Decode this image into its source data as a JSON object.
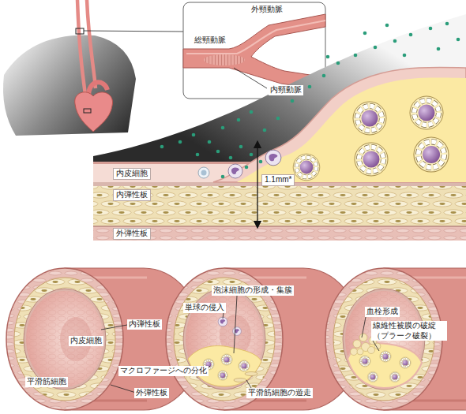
{
  "diagram": {
    "labels": [
      "外頸動脈",
      "総頸動脈",
      "内頸動脈",
      "内皮細胞",
      "内弾性板",
      "1.1mm*",
      "外弾性板",
      "内弾性板",
      "内皮細胞",
      "泡沫細胞の形成・集簇",
      "単球の侵入",
      "血栓形成",
      "線維性被膜の破綻 （プラーク破裂）",
      "マクロファージへの分化",
      "平滑筋細胞",
      "外弾性板",
      "平滑筋細胞の遊走"
    ]
  }
}
